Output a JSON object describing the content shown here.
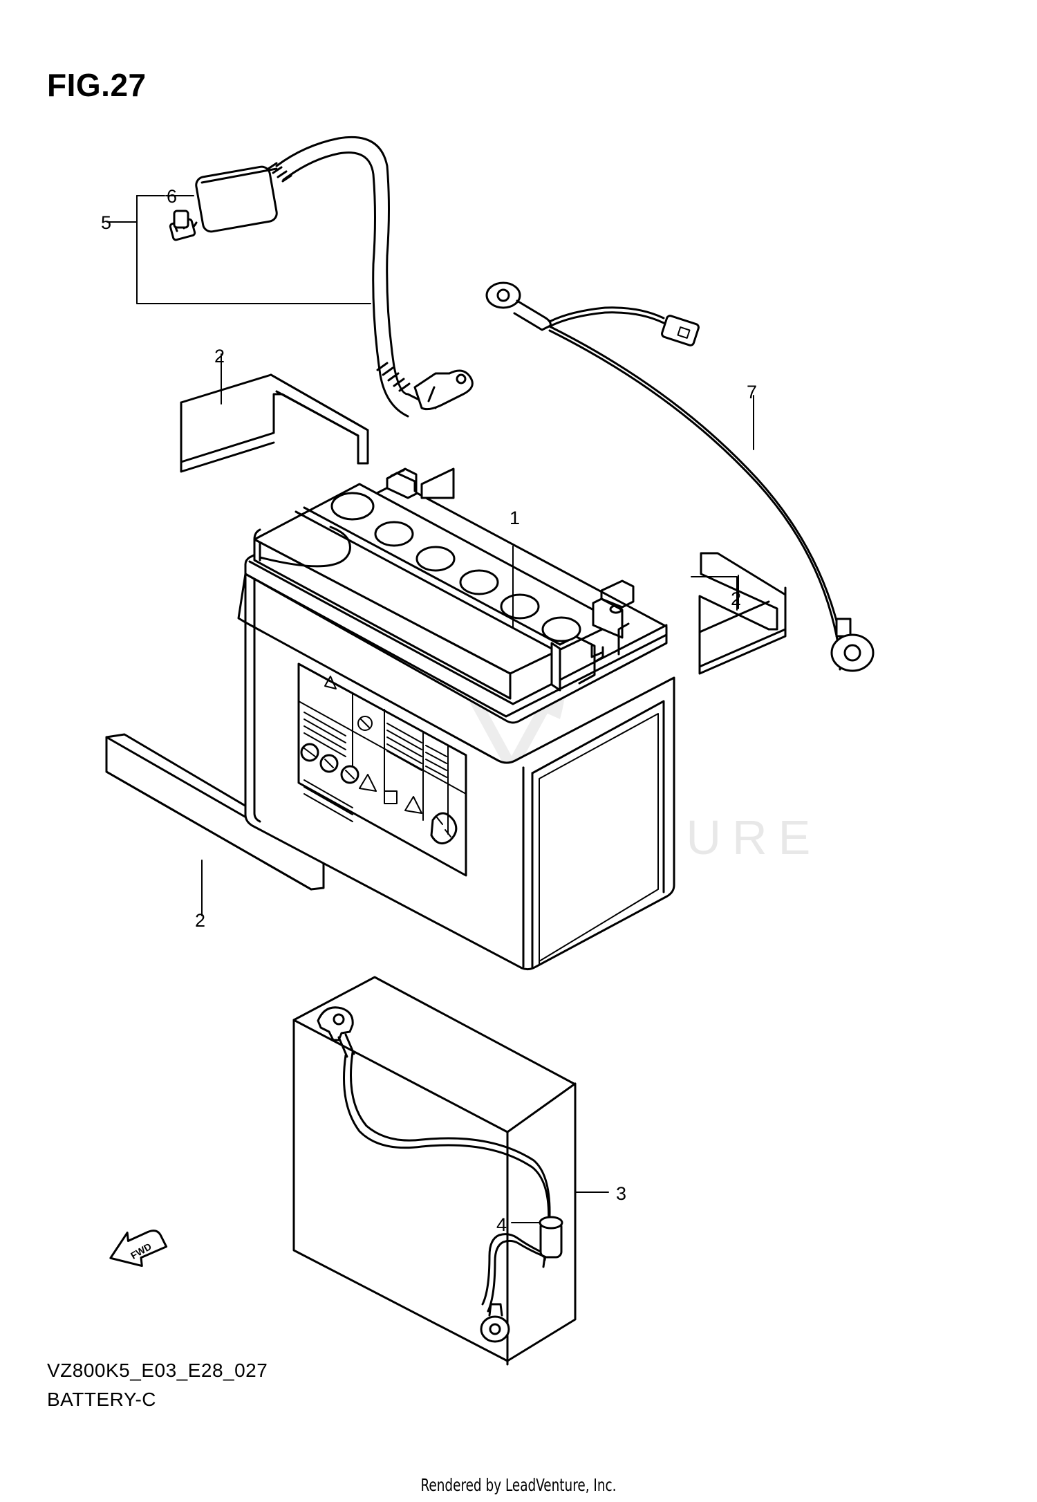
{
  "figure": {
    "title": "FIG.27"
  },
  "footer": {
    "model_code": "VZ800K5_E03_E28_027",
    "section_name": "BATTERY-C",
    "rendered_by": "Rendered by LeadVenture, Inc."
  },
  "watermark": {
    "text": "LEADVENTURE"
  },
  "direction_arrow": {
    "label": "FWD"
  },
  "callouts": [
    {
      "number": "1"
    },
    {
      "number": "2"
    },
    {
      "number": "2"
    },
    {
      "number": "2"
    },
    {
      "number": "3"
    },
    {
      "number": "4"
    },
    {
      "number": "5"
    },
    {
      "number": "6"
    },
    {
      "number": "7"
    }
  ]
}
